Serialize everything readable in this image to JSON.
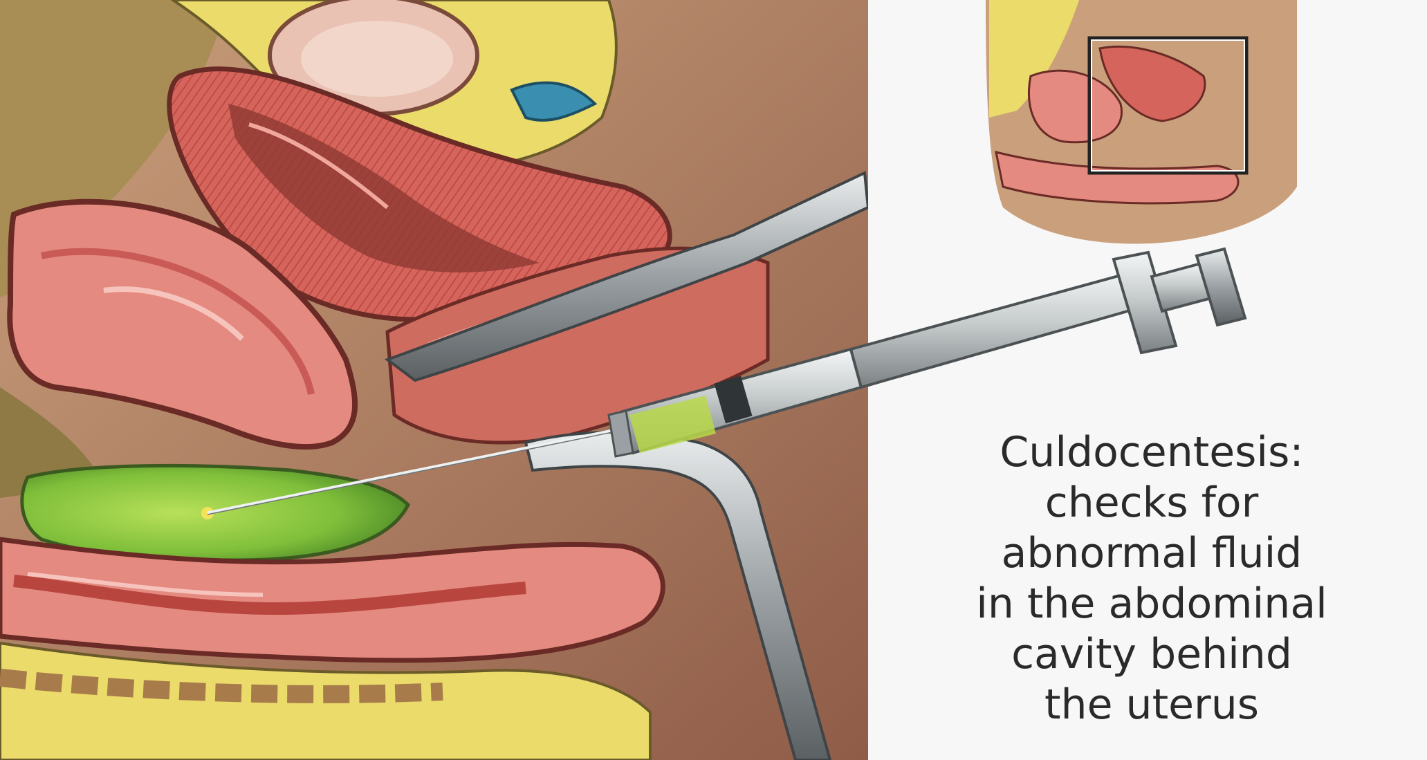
{
  "caption": {
    "line1": "Culdocentesis:",
    "line2": "checks for",
    "line3": "abnormal fluid",
    "line4": "in the abdominal",
    "line5": "cavity behind",
    "line6": "the uterus"
  },
  "colors": {
    "background": "#f7f7f7",
    "tissue": "#c95a55",
    "tissue_light": "#e48a80",
    "fat": "#eadb6a",
    "skin": "#b5826a",
    "fluid": "#7fbf3a",
    "instrument": "#8d9396",
    "text": "#2a2a2a"
  },
  "icons": [
    "syringe",
    "speculum",
    "forceps",
    "inset-anatomy-thumbnail"
  ]
}
